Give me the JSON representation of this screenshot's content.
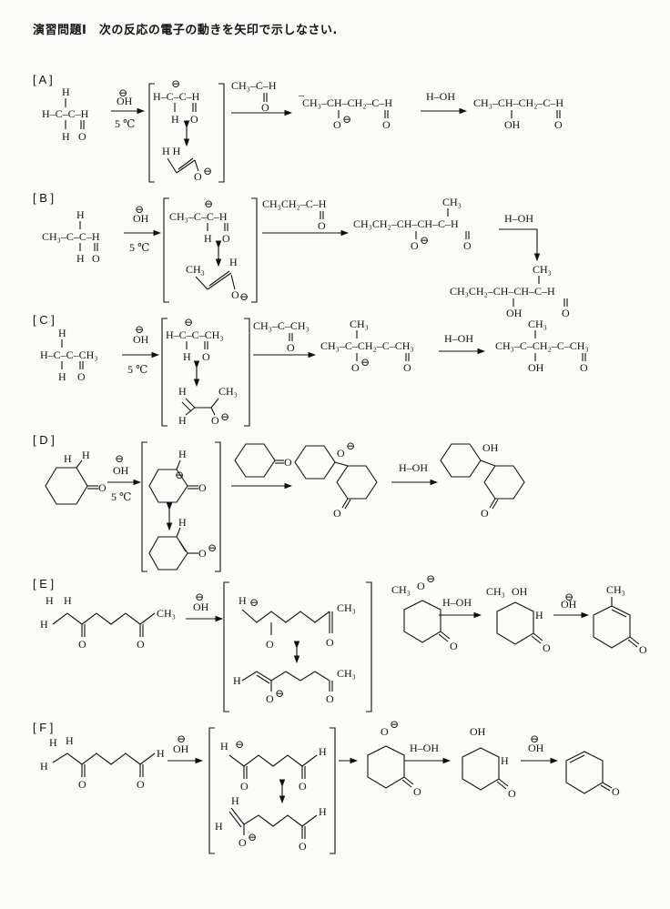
{
  "title": "演習問題Ⅰ　次の反応の電子の動きを矢印で示しなさい.",
  "problems": [
    {
      "label": "[ A ]",
      "reagent": "OH",
      "cond": "5 ℃",
      "sm": [
        "H",
        "H–C–C–H",
        "H",
        "O"
      ],
      "enolate1": "H–C–C–H",
      "enolate2": "H  H",
      "addend": "CH₃–C–H",
      "int": "CH₃–CH–CH₂–C–H",
      "quench": "H–OH",
      "prod": "CH₃–CH–CH₂–C–H",
      "prod_oh": "OH"
    },
    {
      "label": "[ B ]",
      "reagent": "OH",
      "cond": "5 ℃",
      "sm": "CH₃–C–C–H",
      "enolate1": "CH₃–C–C–H",
      "enolate2": "CH₃",
      "addend": "CH₃CH₂–C–H",
      "int": "CH₃CH₂–CH–CH–C–H",
      "int_me": "CH₃",
      "quench": "H–OH",
      "prod": "CH₃CH₂–CH–CH–C–H",
      "prod_oh": "OH",
      "prod_me": "CH₃"
    },
    {
      "label": "[ C ]",
      "reagent": "OH",
      "cond": "5 ℃",
      "sm": "H–C–C–CH₃",
      "enolate1": "H–C–C–CH₃",
      "enolate2": "CH₃",
      "addend": "CH₃–C–CH₃",
      "int": "CH₃–C–CH₂–C–CH₃",
      "int_me": "CH₃",
      "quench": "H–OH",
      "prod": "CH₃–C–CH₂–C–CH₃",
      "prod_oh": "OH",
      "prod_me": "CH₃"
    },
    {
      "label": "[ D ]",
      "reagent": "OH",
      "cond": "5 ℃",
      "quench": "H–OH",
      "prod_oh": "OH"
    },
    {
      "label": "[ E ]",
      "reagent": "OH",
      "quench": "H–OH",
      "reagent2": "OH",
      "me": "CH₃"
    },
    {
      "label": "[ F ]",
      "reagent": "OH",
      "quench": "H–OH",
      "reagent2": "OH"
    }
  ]
}
